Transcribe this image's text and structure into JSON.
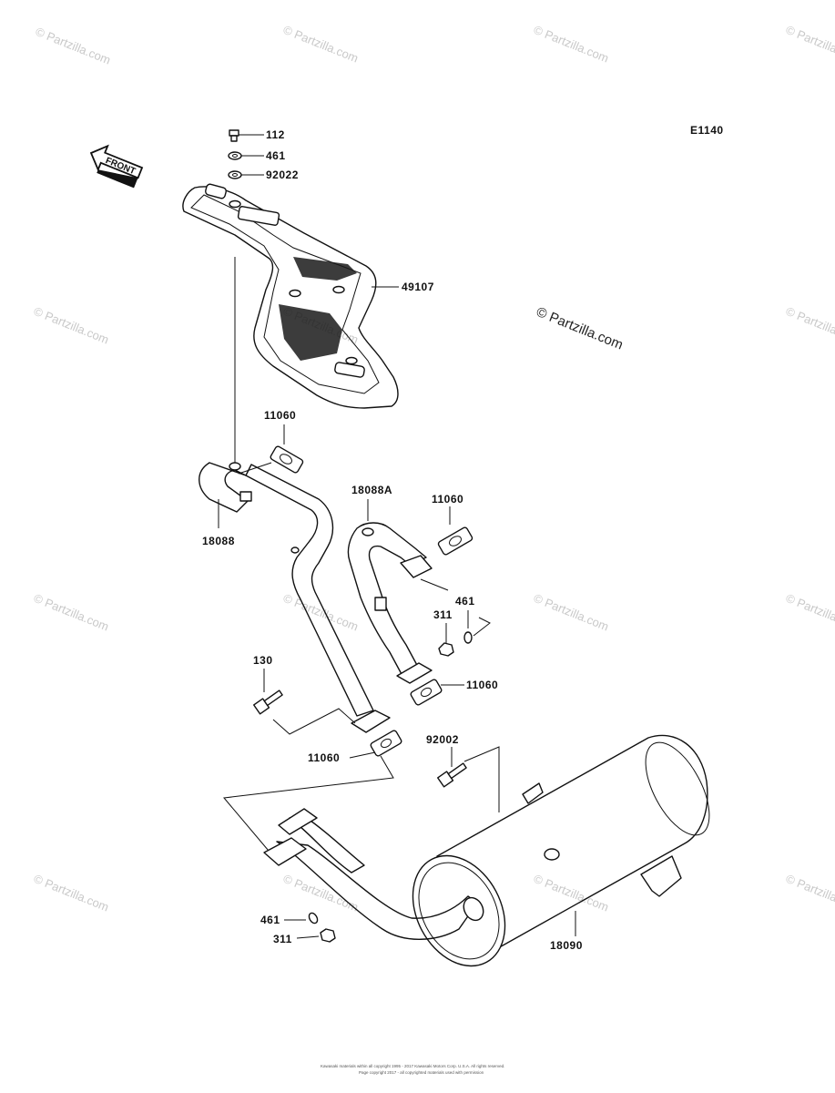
{
  "diagram_code": "E1140",
  "front_label": "FRONT",
  "callouts": {
    "p112": "112",
    "p461_top": "461",
    "p92022": "92022",
    "p49107": "49107",
    "p11060_a": "11060",
    "p18088": "18088",
    "p18088a": "18088A",
    "p11060_b": "11060",
    "p461_mid": "461",
    "p311_mid": "311",
    "p11060_c": "11060",
    "p130": "130",
    "p11060_d": "11060",
    "p92002": "92002",
    "p461_low": "461",
    "p311_low": "311",
    "p18090": "18090"
  },
  "watermark": "© Partzilla.com",
  "footer_line1": "Kawasaki materials within all copyright 1995 - 2017 Kawasaki Motors Corp. U.S.A. All rights reserved.",
  "footer_line2": "Page copyright 2017 - all copyrighted materials used with permission"
}
